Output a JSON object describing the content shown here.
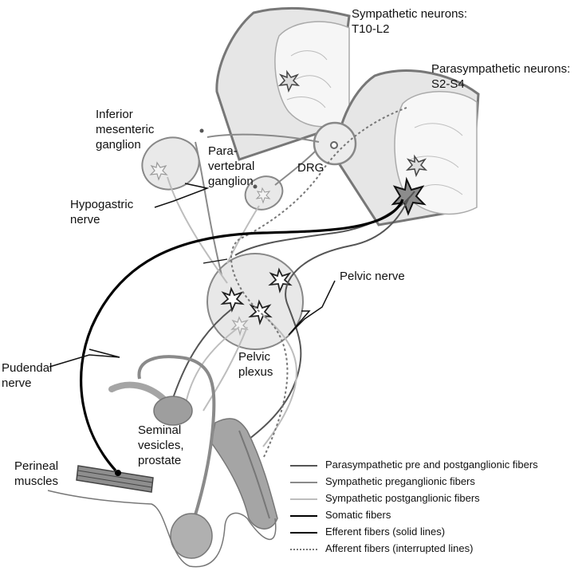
{
  "labels": {
    "sympathetic_neurons": "Sympathetic neurons:\nT10-L2",
    "parasympathetic_neurons": "Parasympathetic neurons:\nS2-S4",
    "inferior_mesenteric_ganglion": "Inferior\nmesenteric\nganglion",
    "paravertebral_ganglion": "Para-\nvertebral\nganglion",
    "drg": "DRG",
    "hypogastric_nerve": "Hypogastric\nnerve",
    "pelvic_nerve": "Pelvic nerve",
    "pudendal_nerve": "Pudendal\nnerve",
    "pelvic_plexus": "Pelvic\nplexus",
    "seminal_vesicles_prostate": "Seminal\nvesicles,\nprostate",
    "perineal_muscles": "Perineal\nmuscles"
  },
  "legend": [
    {
      "label": "Parasympathetic pre and postganglionic fibers",
      "color": "#555555",
      "style": "solid"
    },
    {
      "label": "Sympathetic preganglionic fibers",
      "color": "#8a8a8a",
      "style": "solid"
    },
    {
      "label": "Sympathetic postganglionic fibers",
      "color": "#bdbdbd",
      "style": "solid"
    },
    {
      "label": "Somatic fibers",
      "color": "#000000",
      "style": "solid"
    },
    {
      "label": "Efferent fibers (solid lines)",
      "color": "#000000",
      "style": "solid"
    },
    {
      "label": "Afferent fibers (interrupted lines)",
      "color": "#777777",
      "style": "dotted"
    }
  ],
  "colors": {
    "tissue_fill": "#e6e6e6",
    "ganglion_fill": "#e9e9e9",
    "outline": "#777777",
    "organ_fill": "#a5a5a5"
  }
}
